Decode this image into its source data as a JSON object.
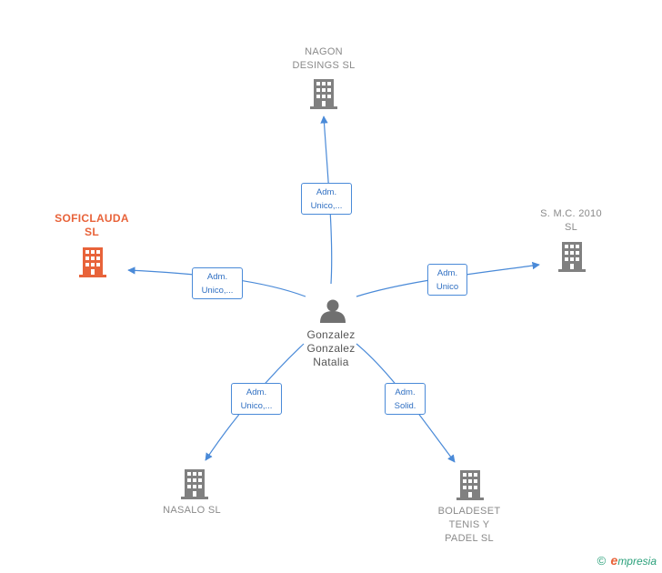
{
  "colors": {
    "edge": "#4a8ad8",
    "company": "#808080",
    "main_company": "#e8633a",
    "person": "#707070"
  },
  "person": {
    "name_lines": [
      "Gonzalez",
      "Gonzalez",
      "Natalia"
    ],
    "icon": "person-icon"
  },
  "companies": [
    {
      "id": "nagon",
      "lines": [
        "NAGON",
        "DESINGS  SL"
      ],
      "icon": "building-icon",
      "main": false
    },
    {
      "id": "soficlauda",
      "lines": [
        "SOFICLAUDA",
        "SL"
      ],
      "icon": "building-icon",
      "main": true
    },
    {
      "id": "smc",
      "lines": [
        "S. M.C. 2010",
        "SL"
      ],
      "icon": "building-icon",
      "main": false
    },
    {
      "id": "nasalo",
      "lines": [
        "NASALO  SL"
      ],
      "icon": "building-icon",
      "main": false
    },
    {
      "id": "boladeset",
      "lines": [
        "BOLADESET",
        "TENIS Y",
        "PADEL SL"
      ],
      "icon": "building-icon",
      "main": false
    }
  ],
  "relations": [
    {
      "to": "nagon",
      "lines": [
        "Adm.",
        "Unico,..."
      ]
    },
    {
      "to": "soficlauda",
      "lines": [
        "Adm.",
        "Unico,..."
      ]
    },
    {
      "to": "smc",
      "lines": [
        "Adm.",
        "Unico"
      ]
    },
    {
      "to": "nasalo",
      "lines": [
        "Adm.",
        "Unico,..."
      ]
    },
    {
      "to": "boladeset",
      "lines": [
        "Adm.",
        "Solid."
      ]
    }
  ],
  "brand": {
    "copyright": "©",
    "first_letter": "e",
    "rest": "mpresia"
  }
}
